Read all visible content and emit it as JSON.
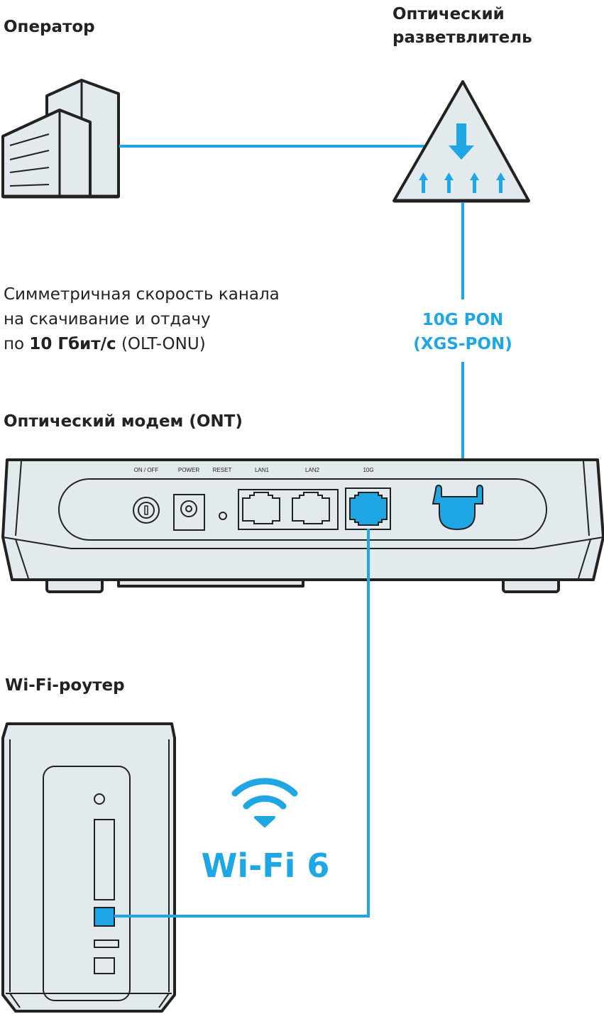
{
  "labels": {
    "operator": "Оператор",
    "splitter_line1": "Оптический",
    "splitter_line2": "разветвлитель",
    "modem": "Оптический модем (ONT)",
    "router": "Wi-Fi-роутер"
  },
  "description": {
    "line1": "Симметричная скорость канала",
    "line2": "на скачивание и отдачу",
    "line3_prefix": "по ",
    "line3_bold": "10 Гбит/с",
    "line3_suffix": " (OLT-ONU)"
  },
  "link": {
    "line1": "10G PON",
    "line2": "(XGS-PON)"
  },
  "modem_ports": [
    "ON / OFF",
    "POWER",
    "RESET",
    "LAN1",
    "LAN2",
    "10G"
  ],
  "wifi_label": "Wi-Fi 6",
  "colors": {
    "accent": "#1ea7e4",
    "fill": "#e3eaee",
    "stroke": "#222222"
  }
}
